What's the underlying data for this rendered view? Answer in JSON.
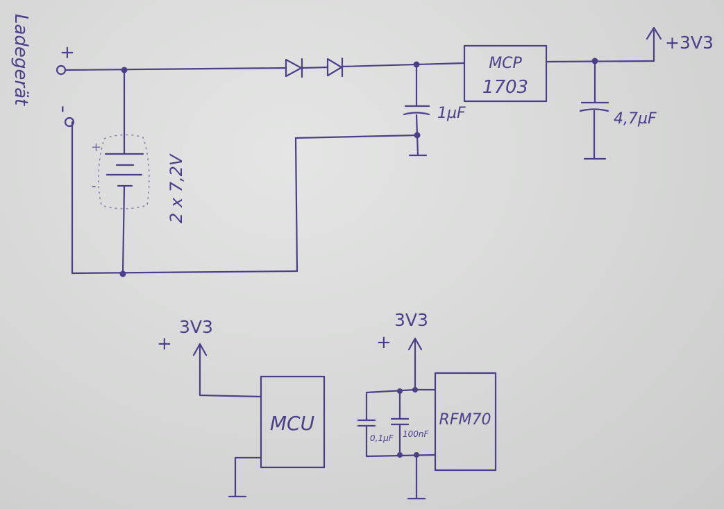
{
  "labels": {
    "charger": "Ladegerät",
    "plus": "+",
    "minus": "-",
    "vcc_top": "+3V3",
    "battery": "2 x 7,2V",
    "cap_input": "1µF",
    "regulator_line1": "MCP",
    "regulator_line2": "1703",
    "cap_output": "4,7µF",
    "mcu": "MCU",
    "mcu_supply": "3V3",
    "rf_supply": "3V3",
    "rf_module": "RFM70",
    "cap_small1": "0,1µF",
    "cap_small2": "100nF"
  }
}
